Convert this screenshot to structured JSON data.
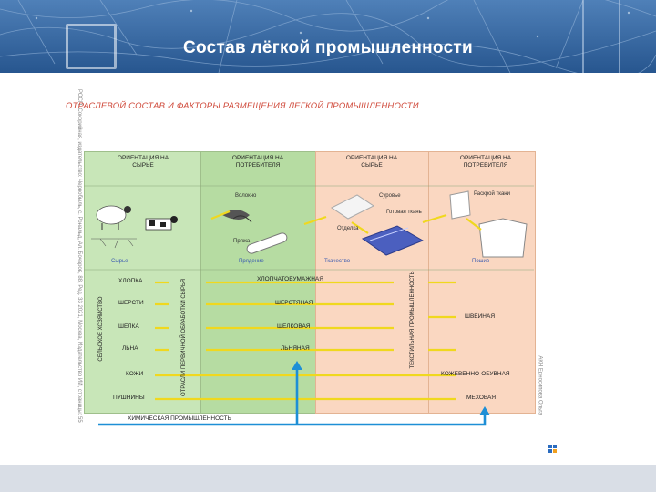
{
  "slide": {
    "title": "Состав лёгкой промышленности"
  },
  "figure": {
    "title": "ОТРАСЛЕВОЙ СОСТАВ И ФАКТОРЫ РАЗМЕЩЕНИЯ ЛЕГКОЙ ПРОМЫШЛЕННОСТИ",
    "side_note_left": "РОСП. Сокорийная, издательство: Чернобыль, с. Рональд, Ал. Бочаров, 88, Ред. 33 2021, Москва, Издательство ИИ, страницы: 55",
    "side_note_right": "АКН Ерносипова Ольга",
    "columns": [
      {
        "label": "ОРИЕНТАЦИЯ НА СЫРЬЕ"
      },
      {
        "label": "ОРИЕНТАЦИЯ НА ПОТРЕБИТЕЛЯ"
      },
      {
        "label": "ОРИЕНТАЦИЯ НА СЫРЬЕ"
      },
      {
        "label": "ОРИЕНТАЦИЯ НА ПОТРЕБИТЕЛЯ"
      }
    ],
    "image_labels": {
      "fiber": "Волокно",
      "yarn": "Пряжа",
      "raw_goods": "Суровье",
      "dressing": "Отделка",
      "finished_fabric": "Готовая ткань",
      "cutting": "Раскрой ткани",
      "stage_raw": "Сырье",
      "stage_spinning": "Прядение",
      "stage_weaving": "Ткачество",
      "stage_sewing": "Пошив"
    },
    "raw_group_label": "СЕЛЬСКОЕ ХОЗЯЙСТВО",
    "primary_processing_label": "ОТРАСЛИ ПЕРВИЧНОЙ ОБРАБОТКИ СЫРЬЯ",
    "textile_label": "ТЕКСТИЛЬНАЯ ПРОМЫШЛЕННОСТЬ",
    "raw_materials": [
      "ХЛОПКА",
      "ШЕРСТИ",
      "ШЕЛКА",
      "ЛЬНА",
      "КОЖИ",
      "ПУШНИНЫ"
    ],
    "textile_branches": [
      "ХЛОПЧАТОБУМАЖНАЯ",
      "ШЕРСТЯНАЯ",
      "ШЕЛКОВАЯ",
      "ЛЬНЯНАЯ"
    ],
    "final_branches": {
      "sewing": "ШВЕЙНАЯ",
      "leather": "КОЖЕВЕННО-ОБУВНАЯ",
      "fur": "МЕХОВАЯ"
    },
    "chemical": "ХИМИЧЕСКАЯ ПРОМЫШЛЕННОСТЬ",
    "colors": {
      "green": "#c8e6b8",
      "pink": "#fad7c1",
      "arrow_yellow": "#f0d81e",
      "arrow_blue": "#1e8fd6",
      "title_red": "#d04b3c"
    }
  }
}
